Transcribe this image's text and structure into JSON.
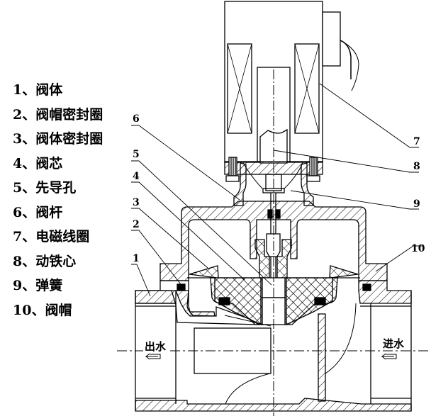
{
  "legend": {
    "items": [
      {
        "number": "1",
        "label": "1、阀体"
      },
      {
        "number": "2",
        "label": "2、阀帽密封圈"
      },
      {
        "number": "3",
        "label": "3、阀体密封圈"
      },
      {
        "number": "4",
        "label": "4、阀芯"
      },
      {
        "number": "5",
        "label": "5、先导孔"
      },
      {
        "number": "6",
        "label": "6、阀杆"
      },
      {
        "number": "7",
        "label": "7、电磁线圈"
      },
      {
        "number": "8",
        "label": "8、动铁心"
      },
      {
        "number": "9",
        "label": "9、弹簧"
      },
      {
        "number": "10",
        "label": "10、阀帽"
      }
    ]
  },
  "callouts": {
    "c1": "1",
    "c2": "2",
    "c3": "3",
    "c4": "4",
    "c5": "5",
    "c6": "6",
    "c7": "7",
    "c8": "8",
    "c9": "9",
    "c10": "10"
  },
  "flow": {
    "outlet_label": "出水",
    "inlet_label": "进水"
  },
  "colors": {
    "line": "#000000",
    "background": "#ffffff"
  }
}
